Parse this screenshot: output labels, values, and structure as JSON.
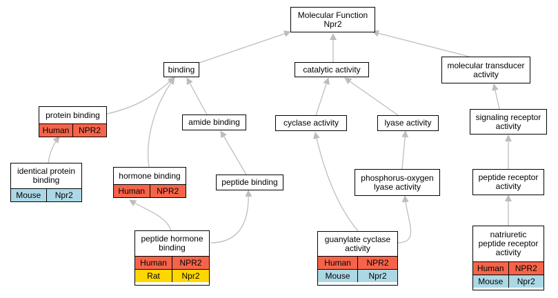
{
  "colors": {
    "human": "#f5644a",
    "mouse": "#acd8e6",
    "rat": "#ffd700",
    "edge": "#bdbdbd"
  },
  "nodes": {
    "root": {
      "label": "Molecular Function\nNpr2"
    },
    "binding": {
      "label": "binding"
    },
    "catalytic": {
      "label": "catalytic activity"
    },
    "transducer": {
      "label": "molecular transducer\nactivity"
    },
    "protein_binding": {
      "label": "protein binding",
      "annotations": [
        {
          "species": "Human",
          "gene": "NPR2"
        }
      ]
    },
    "amide_binding": {
      "label": "amide binding"
    },
    "cyclase": {
      "label": "cyclase activity"
    },
    "lyase": {
      "label": "lyase activity"
    },
    "signaling_receptor": {
      "label": "signaling receptor\nactivity"
    },
    "identical_protein": {
      "label": "identical protein\nbinding",
      "annotations": [
        {
          "species": "Mouse",
          "gene": "Npr2"
        }
      ]
    },
    "hormone_binding": {
      "label": "hormone binding",
      "annotations": [
        {
          "species": "Human",
          "gene": "NPR2"
        }
      ]
    },
    "peptide_binding": {
      "label": "peptide binding"
    },
    "phosphorus_oxygen": {
      "label": "phosphorus-oxygen\nlyase activity"
    },
    "peptide_receptor": {
      "label": "peptide receptor\nactivity"
    },
    "peptide_hormone": {
      "label": "peptide hormone\nbinding",
      "annotations": [
        {
          "species": "Human",
          "gene": "NPR2"
        },
        {
          "species": "Rat",
          "gene": "Npr2"
        }
      ]
    },
    "guanylate": {
      "label": "guanylate cyclase\nactivity",
      "annotations": [
        {
          "species": "Human",
          "gene": "NPR2"
        },
        {
          "species": "Mouse",
          "gene": "Npr2"
        }
      ]
    },
    "natriuretic": {
      "label": "natriuretic\npeptide receptor\nactivity",
      "annotations": [
        {
          "species": "Human",
          "gene": "NPR2"
        },
        {
          "species": "Mouse",
          "gene": "Npr2"
        }
      ]
    }
  }
}
